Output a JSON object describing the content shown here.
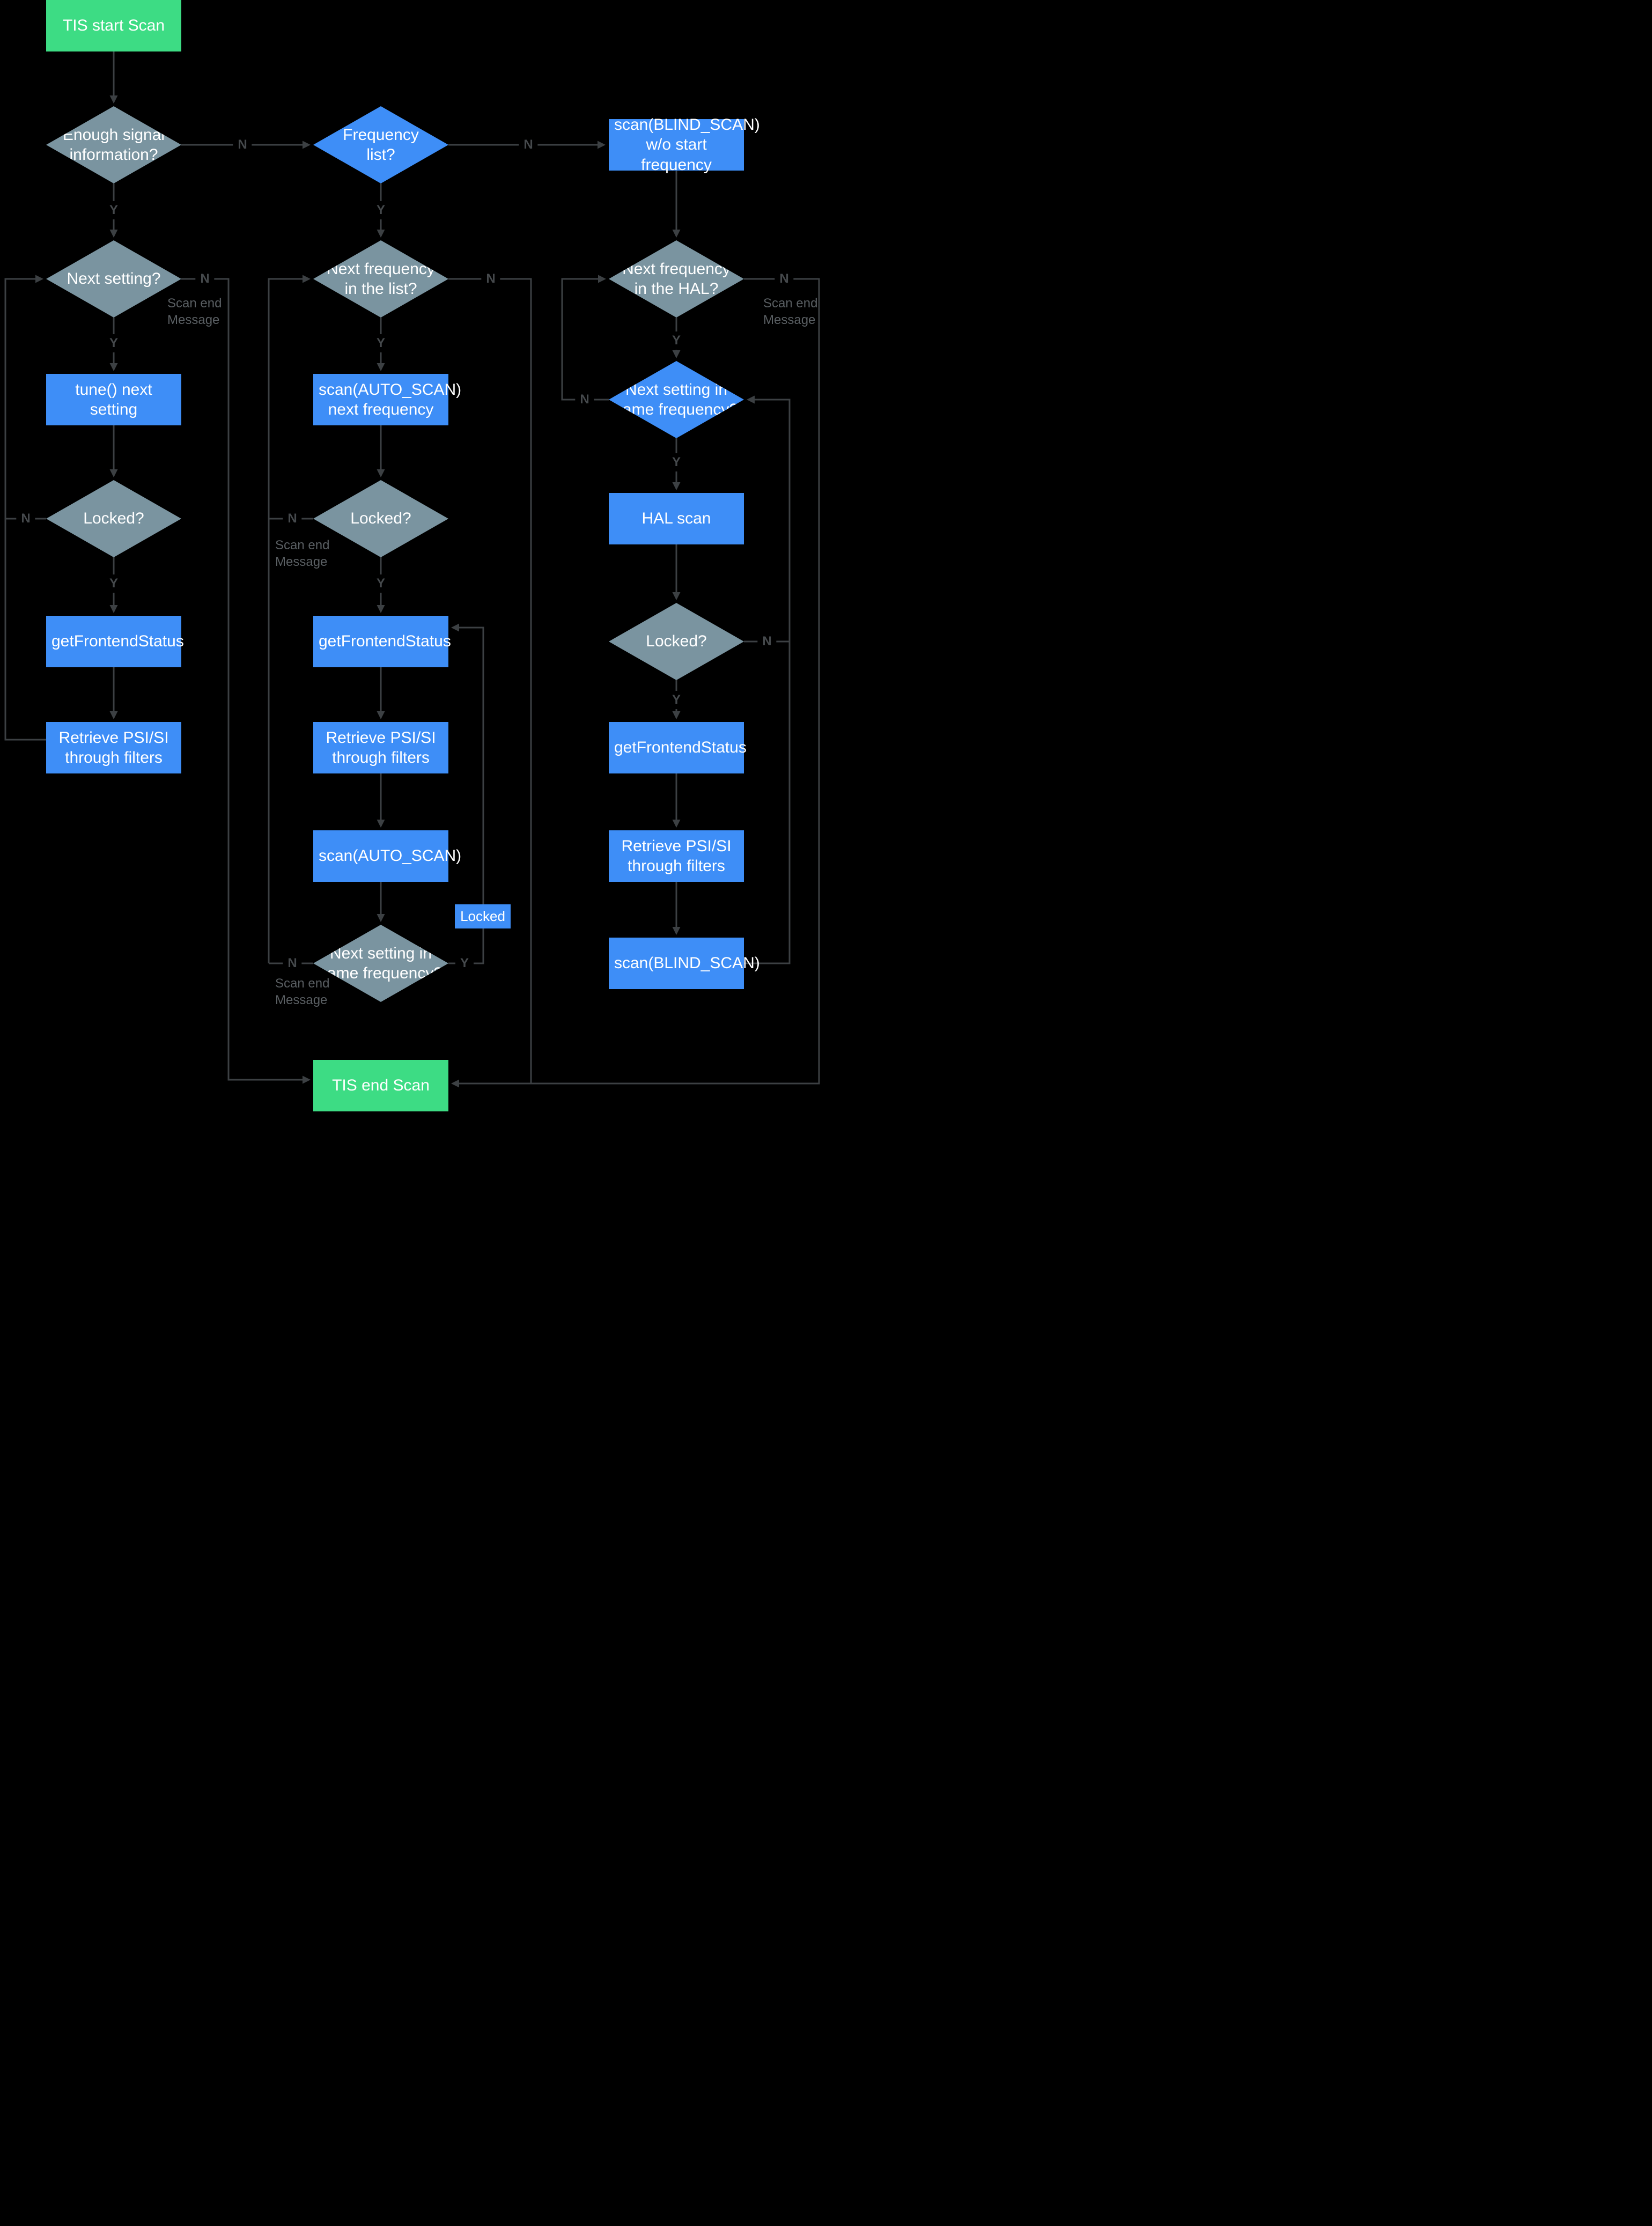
{
  "colors": {
    "green": "#3DDC84",
    "blue": "#3E8EF7",
    "slate": "#7A94A0",
    "line": "#3C4043",
    "label": "#45494C",
    "note": "#5A5F63",
    "text": "#FFFFFF",
    "bg": "#000000"
  },
  "labels": {
    "yes": "Y",
    "no": "N",
    "scan_end": "Scan end\nMessage"
  },
  "nodes": {
    "start": {
      "label": "TIS start Scan"
    },
    "enough_signal": {
      "label": "Enough signal\ninformation?"
    },
    "frequency_list": {
      "label": "Frequency\nlist?"
    },
    "scan_blind_wo_start": {
      "label": "scan(BLIND_SCAN)\nw/o start frequency"
    },
    "next_setting": {
      "label": "Next setting?"
    },
    "next_freq_list": {
      "label": "Next frequency\nin the list?"
    },
    "next_freq_hal": {
      "label": "Next frequency\nin the HAL?"
    },
    "tune_next_setting": {
      "label": "tune() next setting"
    },
    "scan_auto_next_freq": {
      "label": "scan(AUTO_SCAN)\nnext frequency"
    },
    "next_setting_same_freq_blue": {
      "label": "Next setting in\nsame frequency?"
    },
    "locked_left": {
      "label": "Locked?"
    },
    "locked_mid": {
      "label": "Locked?"
    },
    "locked_right": {
      "label": "Locked?"
    },
    "hal_scan": {
      "label": "HAL scan"
    },
    "get_frontend_status_left": {
      "label": "getFrontendStatus"
    },
    "get_frontend_status_mid": {
      "label": "getFrontendStatus"
    },
    "get_frontend_status_right": {
      "label": "getFrontendStatus"
    },
    "retrieve_psi_si_left": {
      "label": "Retrieve PSI/SI\nthrough filters"
    },
    "retrieve_psi_si_mid": {
      "label": "Retrieve PSI/SI\nthrough filters"
    },
    "retrieve_psi_si_right": {
      "label": "Retrieve PSI/SI\nthrough filters"
    },
    "scan_auto": {
      "label": "scan(AUTO_SCAN)"
    },
    "locked_tag": {
      "label": "Locked"
    },
    "next_setting_same_freq_gray": {
      "label": "Next setting in\nsame frequency?"
    },
    "scan_blind": {
      "label": "scan(BLIND_SCAN)"
    },
    "end": {
      "label": "TIS end Scan"
    }
  }
}
